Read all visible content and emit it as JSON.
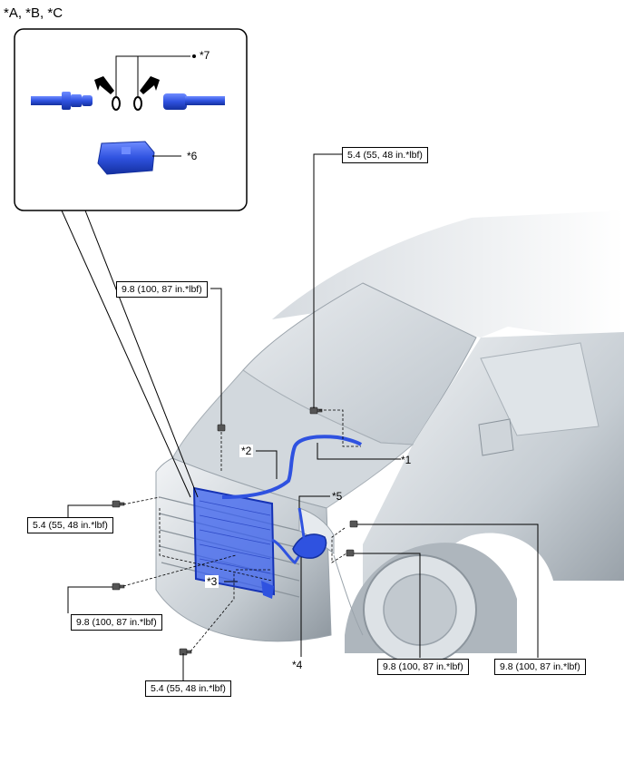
{
  "header": {
    "views": "*A, *B, *C"
  },
  "callouts": {
    "c1": "*1",
    "c2": "*2",
    "c3": "*3",
    "c4": "*4",
    "c5": "*5",
    "c6": "*6",
    "c7": "*7"
  },
  "torque_specs": {
    "t1": "5.4 (55, 48 in.*lbf)",
    "t2": "9.8 (100, 87 in.*lbf)",
    "t3": "5.4 (55, 48 in.*lbf)",
    "t4": "9.8 (100, 87 in.*lbf)",
    "t5": "5.4 (55, 48 in.*lbf)",
    "t6": "9.8 (100, 87 in.*lbf)",
    "t7": "9.8 (100, 87 in.*lbf)"
  },
  "colors": {
    "part_blue": "#2f52e0",
    "part_dark": "#1633b5",
    "body_gray": "#c9cfd4"
  },
  "icons": [
    "bolt-icon",
    "o-ring-icon",
    "arrow-icon",
    "connector-icon",
    "pipe-icon"
  ]
}
